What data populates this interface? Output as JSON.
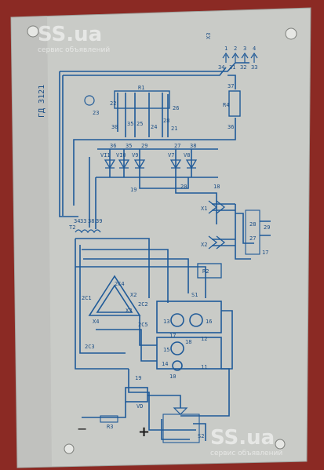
{
  "watermark": {
    "brand": "SS.ua",
    "subtitle": "сервис объявлений"
  },
  "plate": {
    "title": "ГД 3121"
  },
  "terminals": {
    "header": "Х3",
    "numbers": [
      "1",
      "2",
      "3",
      "4"
    ],
    "wires": [
      "34",
      "31",
      "32",
      "33"
    ]
  },
  "components": {
    "R1": "R1",
    "R2": "R2",
    "R3": "R3",
    "R4": "R4",
    "T2": "T2",
    "S1": "S1",
    "S2": "S2",
    "X1": "X1",
    "X2": "X2",
    "VD": "VD",
    "diodes_top": [
      "VI1",
      "VI0",
      "V9",
      "V7",
      "V8"
    ],
    "diodes_top_wires": [
      "36",
      "35",
      "29",
      "27",
      "38"
    ],
    "r1_wires": [
      "22",
      "23",
      "30",
      "35",
      "25",
      "24",
      "28",
      "26",
      "21"
    ],
    "r4_wires": [
      "37",
      "36"
    ],
    "left_wires": [
      "19",
      "20",
      "18"
    ],
    "t2_wires": [
      "34",
      "33",
      "38",
      "39"
    ],
    "mid_labels": [
      "12",
      "13",
      "15",
      "16",
      "14",
      "17",
      "11",
      "10",
      "18",
      "19"
    ],
    "coil_labels": [
      "2C1",
      "2C2",
      "2C3",
      "2C4",
      "2C5",
      "X4",
      "X3",
      "X2"
    ],
    "side_labels": [
      "28",
      "29",
      "27",
      "17"
    ],
    "bottom_labels": [
      "−",
      "+"
    ]
  },
  "colors": {
    "background": "#8b2a24",
    "plate": "#c9cbc7",
    "ink": "#1f5a98"
  }
}
